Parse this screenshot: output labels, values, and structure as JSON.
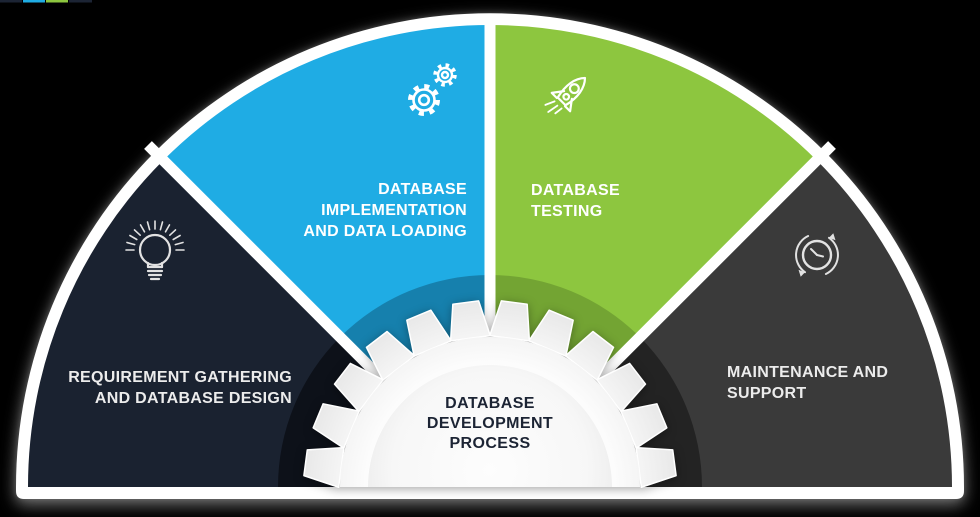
{
  "background_color": "#000000",
  "frame": {
    "border_color": "#ffffff"
  },
  "center": {
    "title": "DATABASE\nDEVELOPMENT\nPROCESS",
    "title_color": "#1c2434",
    "divider_colors": [
      "#1c2434",
      "#1face4",
      "#8dc63f",
      "#1c2434"
    ]
  },
  "segments": [
    {
      "label": "REQUIREMENT GATHERING\nAND DATABASE DESIGN",
      "icon": "lightbulb-icon",
      "color": "#1a2230",
      "inner_color": "#0d1119",
      "text_color": "#f2f2f2"
    },
    {
      "label": "DATABASE IMPLEMENTATION\nAND DATA LOADING",
      "icon": "gears-icon",
      "color": "#1face4",
      "inner_color": "#1680ad",
      "text_color": "#ffffff"
    },
    {
      "label": "DATABASE\nTESTING",
      "icon": "rocket-icon",
      "color": "#8dc63f",
      "inner_color": "#73a433",
      "text_color": "#ffffff"
    },
    {
      "label": "MAINTENANCE AND\nSUPPORT",
      "icon": "clock-history-icon",
      "color": "#3a3a3a",
      "inner_color": "#232323",
      "text_color": "#ececec"
    }
  ]
}
